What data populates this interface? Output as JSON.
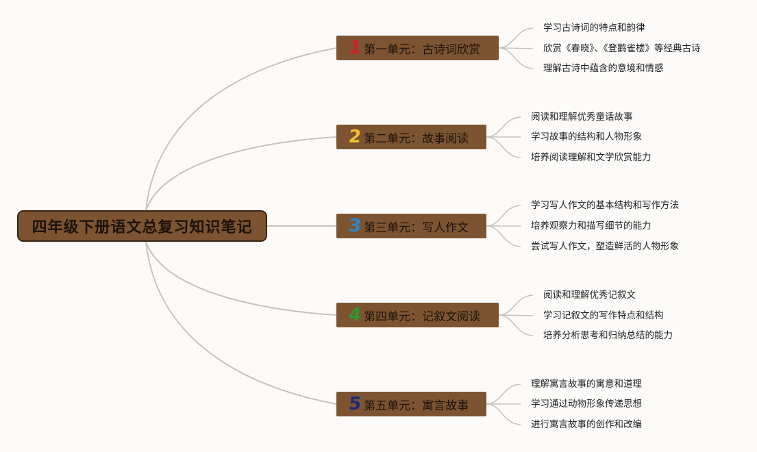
{
  "root": {
    "title": "四年级下册语文总复习知识笔记"
  },
  "colors": {
    "node_fill": "#7d5431",
    "link": "#c8c2bb",
    "num_1": "#d0202c",
    "num_2": "#f2c230",
    "num_3": "#2f86c6",
    "num_4": "#2a9a2a",
    "num_5": "#1c2a78"
  },
  "branches": [
    {
      "num": "1",
      "label": "第一单元：古诗词欣赏",
      "items": [
        "学习古诗词的特点和韵律",
        "欣赏《春晓》、《登鹳雀楼》等经典古诗",
        "理解古诗中蕴含的意境和情感"
      ]
    },
    {
      "num": "2",
      "label": "第二单元：故事阅读",
      "items": [
        "阅读和理解优秀童话故事",
        "学习故事的结构和人物形象",
        "培养阅读理解和文学欣赏能力"
      ]
    },
    {
      "num": "3",
      "label": "第三单元：写人作文",
      "items": [
        "学习写人作文的基本结构和写作方法",
        "培养观察力和描写细节的能力",
        "尝试写人作文，塑造鲜活的人物形象"
      ]
    },
    {
      "num": "4",
      "label": "第四单元：记叙文阅读",
      "items": [
        "阅读和理解优秀记叙文",
        "学习记叙文的写作特点和结构",
        "培养分析思考和归纳总结的能力"
      ]
    },
    {
      "num": "5",
      "label": "第五单元：寓言故事",
      "items": [
        "理解寓言故事的寓意和道理",
        "学习通过动物形象传递思想",
        "进行寓言故事的创作和改编"
      ]
    }
  ]
}
